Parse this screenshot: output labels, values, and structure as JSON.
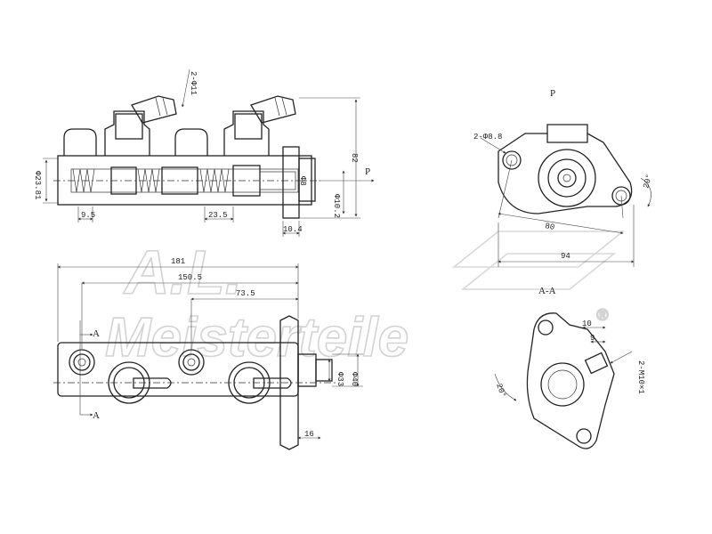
{
  "watermark": {
    "brand_line1": "A.L.",
    "brand_line2": "Meisterteile",
    "registered": "®"
  },
  "views": {
    "top_section": {
      "dims": {
        "port_thread": "2-Φ11",
        "bore_dia": "Φ23.81",
        "left_offset": "9.5",
        "spring_len": "23.5",
        "flange_offset": "10.4",
        "overall_height": "82",
        "pushrod_dia": "Φ10.2",
        "inner_dia": "Φ8"
      },
      "label_p": "P"
    },
    "end_view": {
      "title": "P",
      "dims": {
        "holes": "2-Φ8.8",
        "angle": "20°",
        "hole_spacing": "80",
        "width": "94"
      }
    },
    "plan_view": {
      "dims": {
        "overall_len": "181",
        "len_150": "150.5",
        "len_73": "73.5",
        "boss_dia": "Φ33",
        "flange_dia": "Φ40",
        "flange_thk": "16"
      },
      "section_mark_top": "A",
      "section_mark_bottom": "A"
    },
    "section_aa": {
      "title": "A-A",
      "dims": {
        "width_10": "10",
        "depth_9": "9",
        "thread": "2-M10×1",
        "angle": "20°"
      }
    }
  }
}
